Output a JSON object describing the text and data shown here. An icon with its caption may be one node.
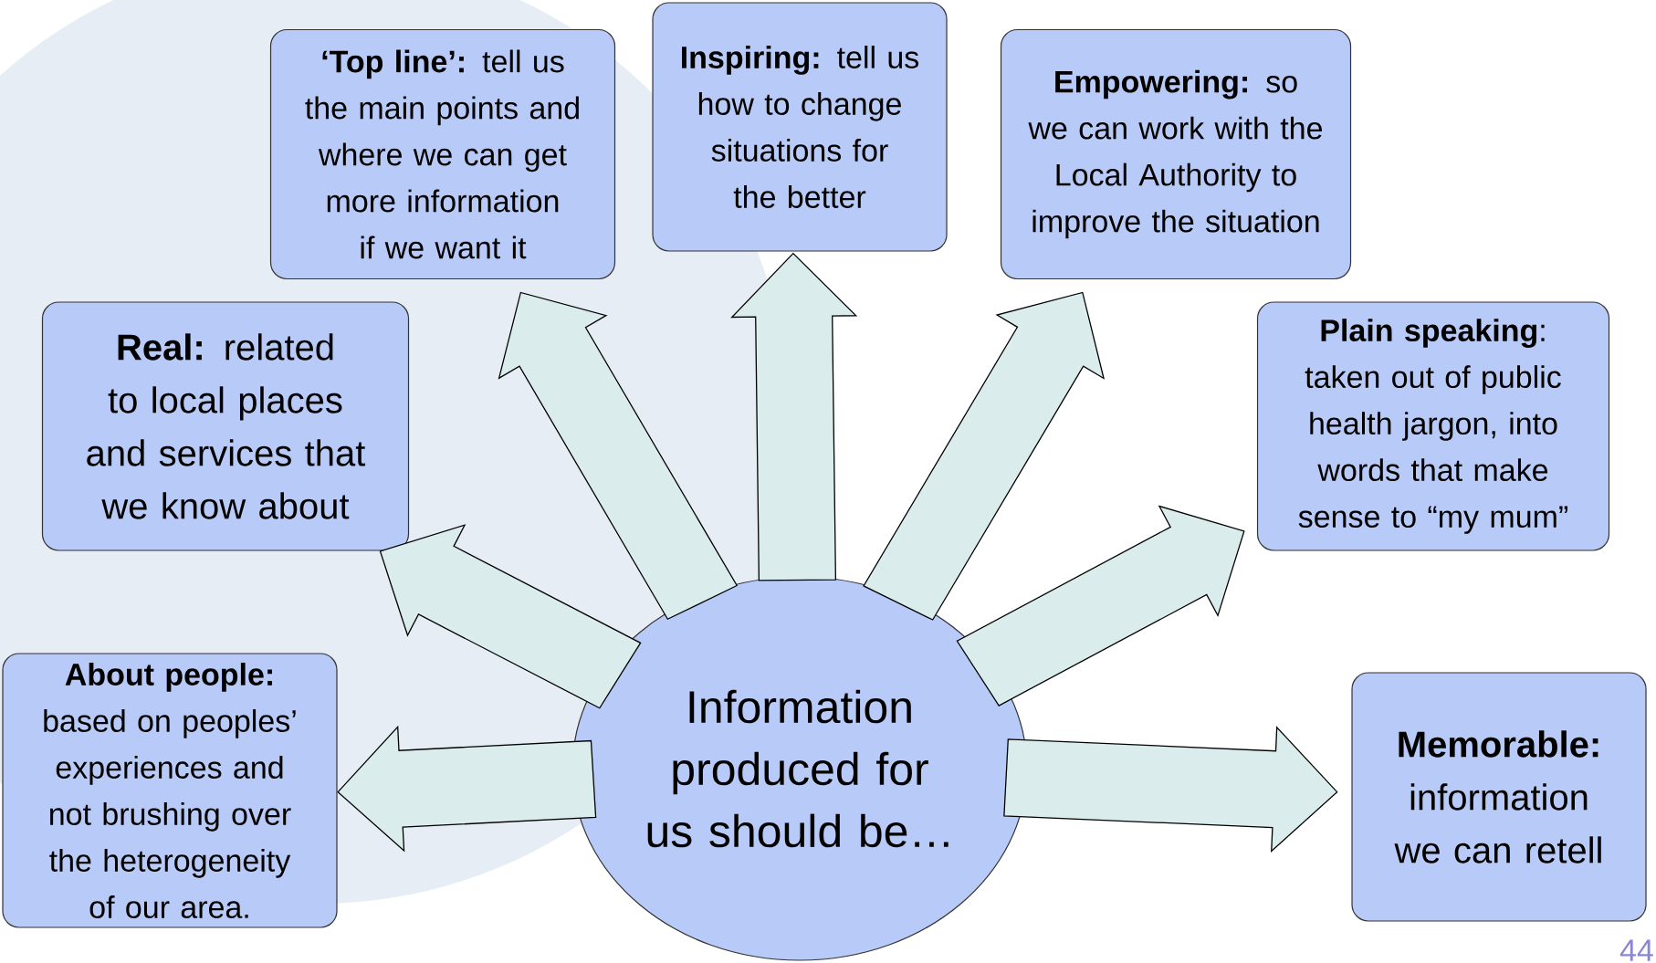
{
  "diagram": {
    "nodes": [
      {
        "text": [
          "Information produced for us should be…"
        ]
      },
      {
        "text": [
          "**‘Top line’:** tell us the main points and where we can get more information if we want it"
        ]
      },
      {
        "text": [
          "**Inspiring:** tell us how to change situations for the better"
        ]
      },
      {
        "text": [
          "**Empowering:** so we can work with the Local Authority to improve the situation"
        ]
      },
      {
        "text": [
          "**Real:** related to local places and services that we know about"
        ]
      },
      {
        "text": [
          "**Plain speaking**: taken out of public health jargon, into words that make sense to “my mum”"
        ]
      },
      {
        "text": [
          "**About people:** based on peoples’ experiences and not brushing over the heterogeneity of our area."
        ]
      },
      {
        "text": [
          "**Memorable:** information we can retell"
        ]
      }
    ],
    "edges": [
      {
        "from": 0,
        "to": 1,
        "arrow": "to"
      },
      {
        "from": 0,
        "to": 2,
        "arrow": "to"
      },
      {
        "from": 0,
        "to": 3,
        "arrow": "to"
      },
      {
        "from": 0,
        "to": 4,
        "arrow": "to"
      },
      {
        "from": 0,
        "to": 5,
        "arrow": "to"
      },
      {
        "from": 0,
        "to": 6,
        "arrow": "to"
      },
      {
        "from": 0,
        "to": 7,
        "arrow": "to"
      }
    ],
    "labels": [
      "44"
    ]
  }
}
